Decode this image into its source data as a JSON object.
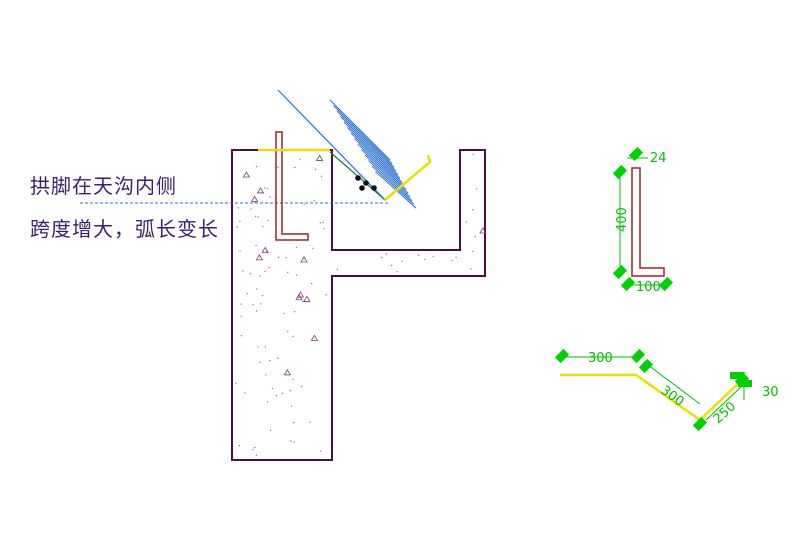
{
  "annotation": {
    "line1": "拱脚在天沟内侧",
    "line2": "跨度增大，弧长变长"
  },
  "angle_detail": {
    "dim_top": "24",
    "dim_vertical": "400",
    "dim_bottom": "100"
  },
  "gutter_detail": {
    "dim_flat": "300",
    "dim_slope_left": "300",
    "dim_slope_right": "250",
    "dim_lip": "30"
  },
  "colors": {
    "concrete_outline": "#4a1040",
    "rebar": "#a02020",
    "flashing": "#e8e000",
    "dimension": "#00c000",
    "hatch": "#2a6fd0",
    "text": "#3a1f6e"
  }
}
